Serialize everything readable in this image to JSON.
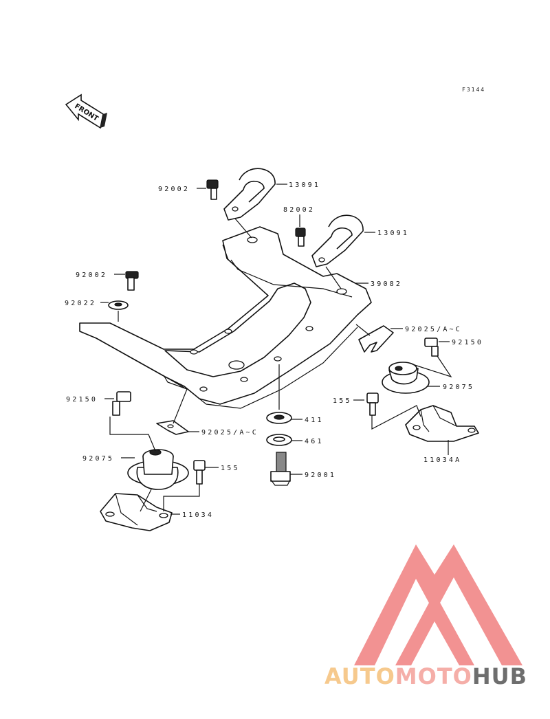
{
  "figure_code": "F3144",
  "front_label": "FRONT",
  "colors": {
    "line": "#111111",
    "wm_triangle": "#f08080",
    "wm_auto": "#f5c07a",
    "wm_moto": "#f4a09a",
    "wm_hub": "#555555"
  },
  "parts": [
    {
      "id": "p-13091-a",
      "label": "13091"
    },
    {
      "id": "p-92002-a",
      "label": "92002"
    },
    {
      "id": "p-82002",
      "label": "82002"
    },
    {
      "id": "p-13091-b",
      "label": "13091"
    },
    {
      "id": "p-92002-b",
      "label": "92002"
    },
    {
      "id": "p-39082",
      "label": "39082"
    },
    {
      "id": "p-92022",
      "label": "92022"
    },
    {
      "id": "p-92025-r",
      "label": "92025/A~C"
    },
    {
      "id": "p-92150-r",
      "label": "92150"
    },
    {
      "id": "p-92075-r",
      "label": "92075"
    },
    {
      "id": "p-155-r",
      "label": "155"
    },
    {
      "id": "p-92150-l",
      "label": "92150"
    },
    {
      "id": "p-411",
      "label": "411"
    },
    {
      "id": "p-92025-l",
      "label": "92025/A~C"
    },
    {
      "id": "p-11034A",
      "label": "11034A"
    },
    {
      "id": "p-461",
      "label": "461"
    },
    {
      "id": "p-92075-l",
      "label": "92075"
    },
    {
      "id": "p-155-l",
      "label": "155"
    },
    {
      "id": "p-92001",
      "label": "92001"
    },
    {
      "id": "p-11034",
      "label": "11034"
    }
  ],
  "watermark": {
    "auto": "AUTO",
    "moto": "MOTO",
    "hub": "HUB"
  }
}
